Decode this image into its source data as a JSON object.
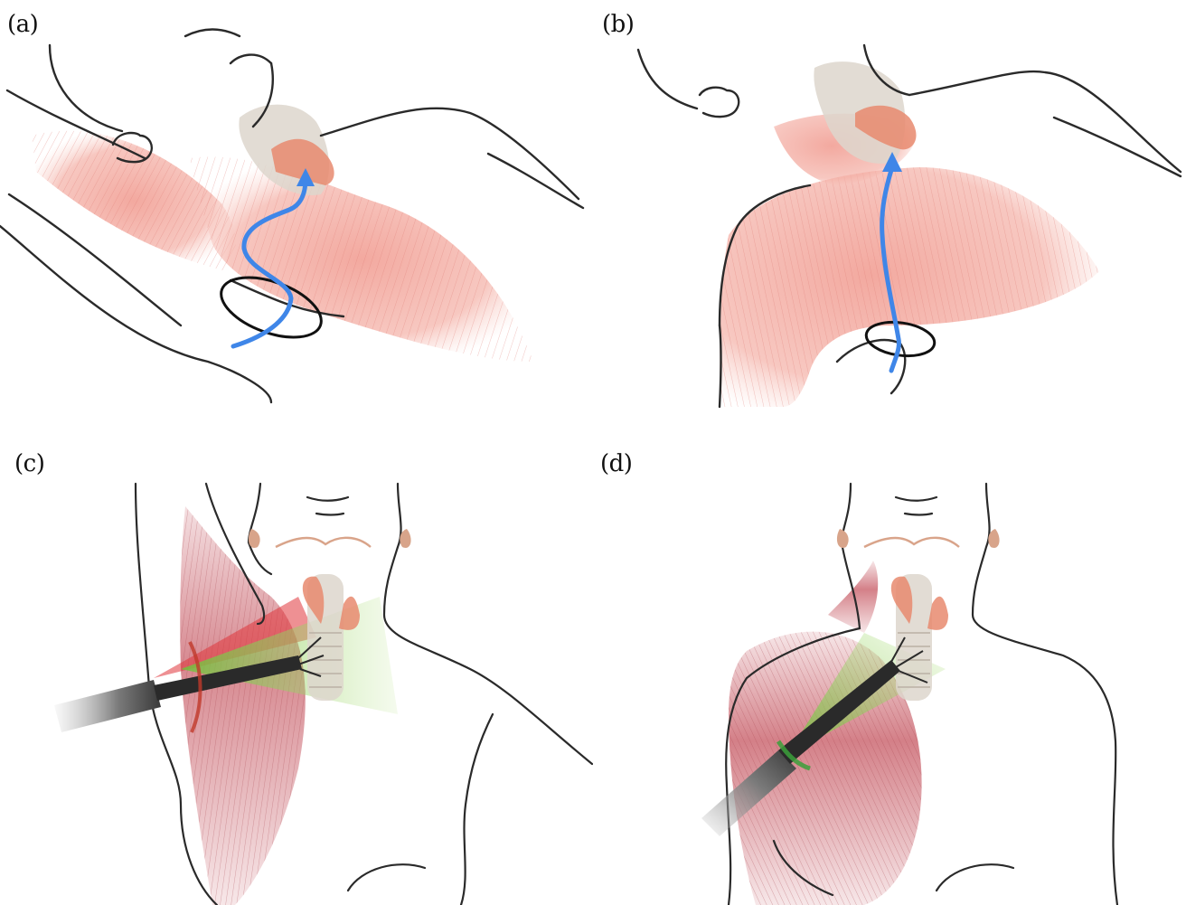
{
  "panels": [
    {
      "id": "a",
      "label": "(a)"
    },
    {
      "id": "b",
      "label": "(b)"
    },
    {
      "id": "c",
      "label": "(c)"
    },
    {
      "id": "d",
      "label": "(d)"
    }
  ],
  "colors": {
    "outline": "#2a2a2a",
    "muscle_light": "#f2a49a",
    "muscle_dark": "#c9606a",
    "arrow": "#3f86e8",
    "thyroid": "#e88a6e",
    "beam_green": "#8fd14f",
    "beam_red": "#e0343a",
    "scope_gray": "#6b6b6b",
    "cartilage": "#d9d2c8"
  },
  "icons": [
    "surgical-path-arrow",
    "incision-ellipse",
    "endoscope",
    "thyroid-gland",
    "trachea"
  ]
}
